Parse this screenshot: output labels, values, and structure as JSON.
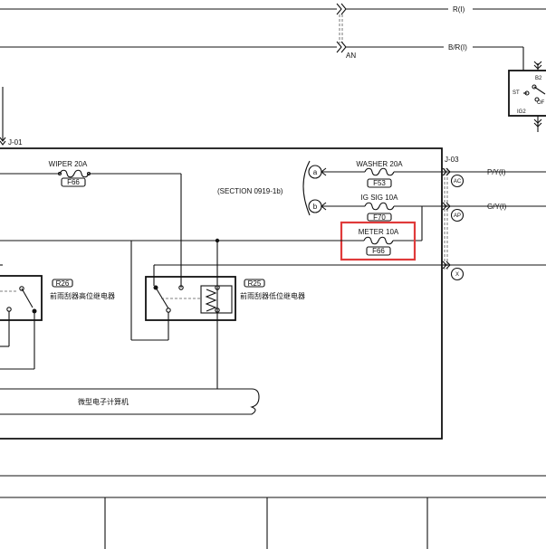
{
  "wires": {
    "r": "R(I)",
    "an": "AN",
    "br": "B/R(I)",
    "py": "P/Y(I)",
    "gy": "G/Y(I)"
  },
  "connectors": {
    "j01": "J-01",
    "j03": "J-03",
    "ac": "AC",
    "ap": "AP",
    "x": "X"
  },
  "switch": {
    "b2": "B2",
    "st": "ST",
    "off": "OF",
    "ig2": "IG2"
  },
  "fuses": {
    "wiper": {
      "label": "WIPER 20A",
      "code": "F66"
    },
    "washer": {
      "label": "WASHER 20A",
      "code": "F53"
    },
    "igsig": {
      "label": "IG SIG 10A",
      "code": "F70"
    },
    "meter": {
      "label": "METER 10A",
      "code": "F66"
    }
  },
  "section": {
    "ref": "(SECTION 0919-1b)",
    "a": "a",
    "b": "b"
  },
  "relays": {
    "r26": {
      "code": "R26",
      "name": "前雨刮器高位继电器"
    },
    "r25": {
      "code": "R25",
      "name": "前雨刮器低位继电器"
    }
  },
  "module": {
    "name": "微型电子计算机"
  },
  "highlight_color": "#e03a3a"
}
